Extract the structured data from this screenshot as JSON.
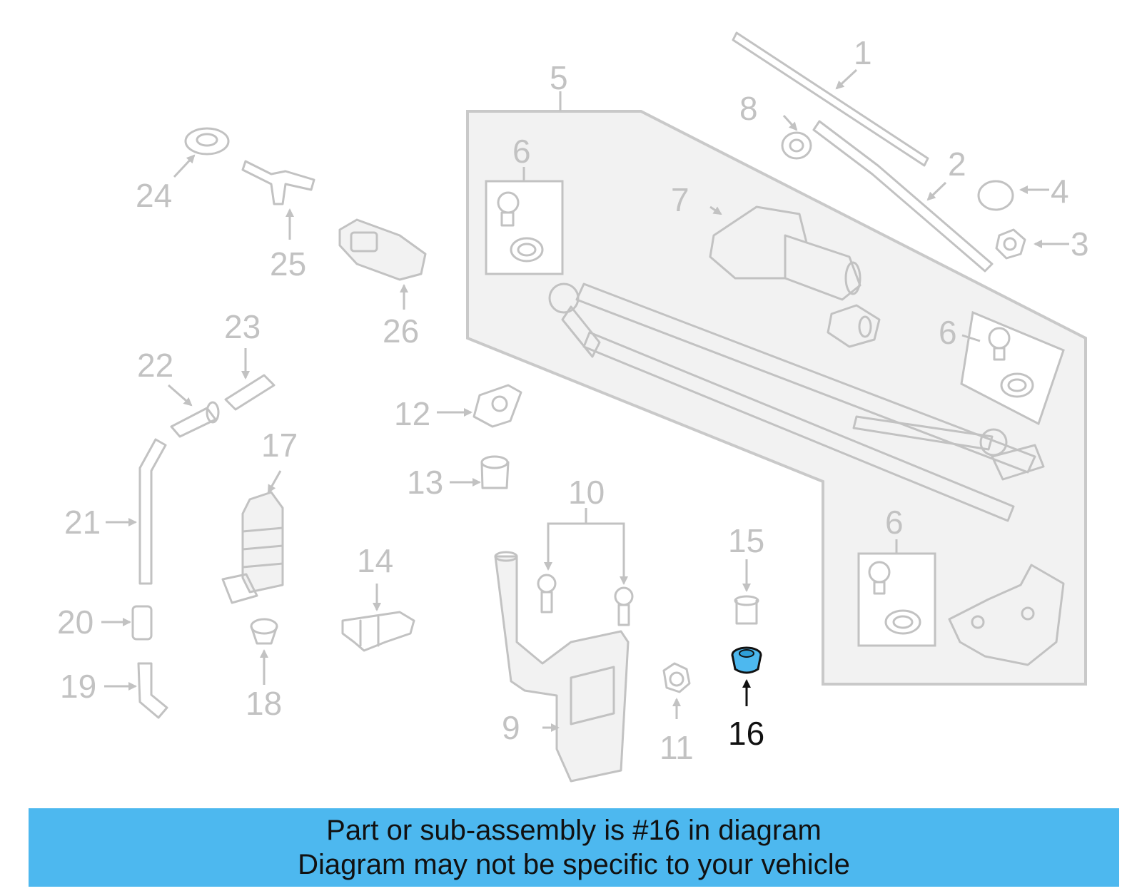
{
  "colors": {
    "line": "#c2c2c2",
    "highlight_part": "#4db8ef",
    "highlight_text": "#111111",
    "banner_background": "#4db8ef",
    "group_fill": "#f2f2f2"
  },
  "callouts": {
    "c1": "1",
    "c2": "2",
    "c3": "3",
    "c4": "4",
    "c5": "5",
    "c6a": "6",
    "c6b": "6",
    "c6c": "6",
    "c7": "7",
    "c8": "8",
    "c9": "9",
    "c10": "10",
    "c11": "11",
    "c12": "12",
    "c13": "13",
    "c14": "14",
    "c15": "15",
    "c16": "16",
    "c17": "17",
    "c18": "18",
    "c19": "19",
    "c20": "20",
    "c21": "21",
    "c22": "22",
    "c23": "23",
    "c24": "24",
    "c25": "25",
    "c26": "26"
  },
  "highlighted_part": "16",
  "banner": {
    "line1": "Part or sub-assembly is #16 in diagram",
    "line2": "Diagram may not be specific to your vehicle"
  }
}
